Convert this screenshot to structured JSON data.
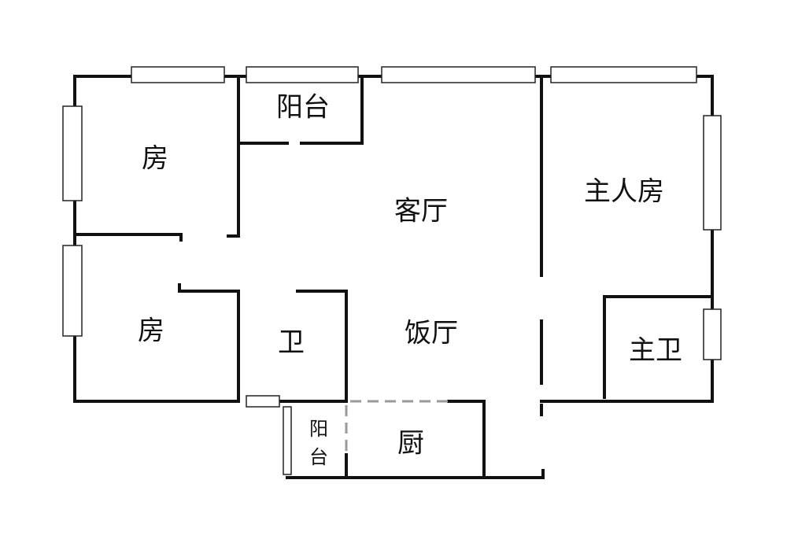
{
  "rooms": {
    "bedroom_1": "房",
    "balcony_top": "阳台",
    "living_room": "客厅",
    "master_bedroom": "主人房",
    "bedroom_2": "房",
    "bathroom": "卫",
    "dining_room": "饭厅",
    "master_bathroom": "主卫",
    "balcony_small_1": "阳",
    "balcony_small_2": "台",
    "kitchen": "厨"
  }
}
